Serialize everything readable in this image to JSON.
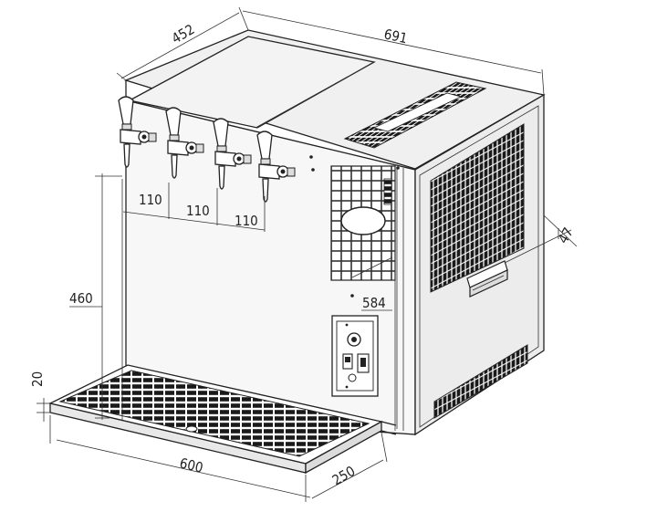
{
  "drawing": {
    "dimensions": {
      "depth": "452",
      "width": "691",
      "tap_spacing_1": "110",
      "tap_spacing_2": "110",
      "tap_spacing_3": "110",
      "tap_height": "460",
      "tray_height": "20",
      "tray_width": "600",
      "tray_depth": "250",
      "unit_height": "584",
      "handle_offset": "47"
    },
    "tap_count": 4,
    "colors": {
      "line": "#222222",
      "face_front": "#f5f5f5",
      "face_top": "#f0f0f0",
      "face_side": "#e8e8e8",
      "grille": "#1a1a1a"
    }
  }
}
